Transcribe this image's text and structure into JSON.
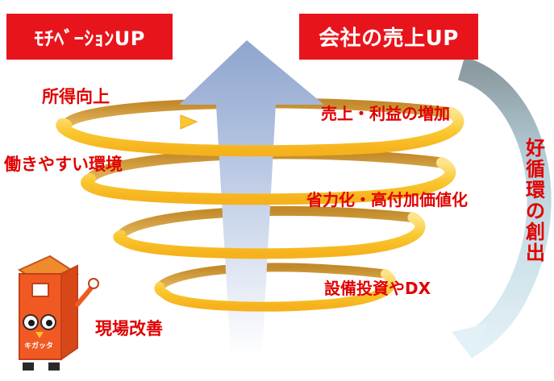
{
  "header": {
    "left_title": "ﾓﾁﾍﾞｰｼｮﾝUP",
    "right_title": "会社の売上UP"
  },
  "left_labels": {
    "income": "所得向上",
    "workstyle": "働きやすい環境",
    "site": "現場改善"
  },
  "right_labels": {
    "profit": "売上・利益の増加",
    "efficiency": "省力化・高付加価値化",
    "investment": "設備投資やDX"
  },
  "cycle_label": [
    "好",
    "循",
    "環",
    "の",
    "創",
    "出"
  ],
  "mascot": {
    "name_text": "キガッタ",
    "icon": "kigatta-mascot-icon"
  },
  "colors": {
    "label_red": "#e10000",
    "box_red": "#e8141c",
    "ring_fill": "#f9d13b",
    "ring_stroke": "#f0a418",
    "arrow_top": "#93a8cf",
    "cycle_arrow": "#cfe6ef"
  }
}
